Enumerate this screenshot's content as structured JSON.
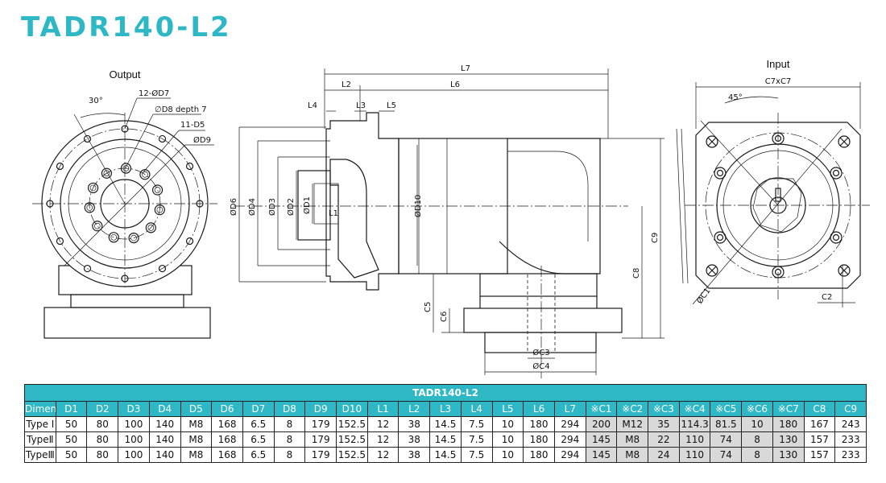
{
  "title": "TADR140-L2",
  "views": {
    "output_label": "Output",
    "input_label": "Input"
  },
  "dims": {
    "angle30": "30°",
    "d7": "12-ØD7",
    "d8": "∅D8 depth 7",
    "d5": "11-D5",
    "d9": "ØD9",
    "l7": "L7",
    "l2": "L2",
    "l6": "L6",
    "l4": "L4",
    "l3": "L3",
    "l5": "L5",
    "l1": "L1",
    "d6": "ØD6",
    "d4": "ØD4",
    "d3": "ØD3",
    "d2": "ØD2",
    "d1": "ØD1",
    "d10": "ØD10",
    "c9": "C9",
    "c8": "C8",
    "c5": "C5",
    "c6": "C6",
    "c3": "ØC3",
    "c4": "ØC4",
    "angle45": "45°",
    "c7": "C7xC7",
    "c1": "ØC1",
    "c2": "C2"
  },
  "table": {
    "caption": "TADR140-L2",
    "headers": [
      "Dimension",
      "D1",
      "D2",
      "D3",
      "D4",
      "D5",
      "D6",
      "D7",
      "D8",
      "D9",
      "D10",
      "L1",
      "L2",
      "L3",
      "L4",
      "L5",
      "L6",
      "L7",
      "※C1",
      "※C2",
      "※C3",
      "※C4",
      "※C5",
      "※C6",
      "※C7",
      "C8",
      "C9"
    ],
    "rows": [
      [
        "Type Ⅰ",
        "50",
        "80",
        "100",
        "140",
        "M8",
        "168",
        "6.5",
        "8",
        "179",
        "152.5",
        "12",
        "38",
        "14.5",
        "7.5",
        "10",
        "180",
        "294",
        "200",
        "M12",
        "35",
        "114.3",
        "81.5",
        "10",
        "180",
        "167",
        "243"
      ],
      [
        "TypeⅡ",
        "50",
        "80",
        "100",
        "140",
        "M8",
        "168",
        "6.5",
        "8",
        "179",
        "152.5",
        "12",
        "38",
        "14.5",
        "7.5",
        "10",
        "180",
        "294",
        "145",
        "M8",
        "22",
        "110",
        "74",
        "8",
        "130",
        "157",
        "233"
      ],
      [
        "TypeⅢ",
        "50",
        "80",
        "100",
        "140",
        "M8",
        "168",
        "6.5",
        "8",
        "179",
        "152.5",
        "12",
        "38",
        "14.5",
        "7.5",
        "10",
        "180",
        "294",
        "145",
        "M8",
        "24",
        "110",
        "74",
        "8",
        "130",
        "157",
        "233"
      ]
    ]
  },
  "colors": {
    "accent": "#2eb8c6",
    "shaded_cell": "#d9d9d9"
  }
}
